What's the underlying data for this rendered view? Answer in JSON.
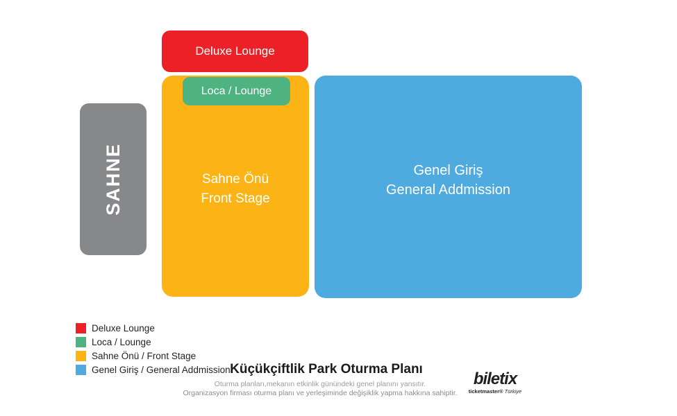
{
  "map": {
    "stage": {
      "label": "SAHNE",
      "color": "#87888A"
    },
    "areas": [
      {
        "label": "Deluxe Lounge",
        "color": "#EC2027"
      },
      {
        "label": "Loca / Lounge",
        "color": "#4FB281"
      },
      {
        "label_line1": "Sahne Önü",
        "label_line2": "Front Stage",
        "color": "#FCB316"
      },
      {
        "label_line1": "Genel Giriş",
        "label_line2": "General Addmission",
        "color": "#4EAADF"
      }
    ]
  },
  "legend": {
    "items": [
      {
        "label": "Deluxe Lounge",
        "color": "#EC2027"
      },
      {
        "label": "Loca / Lounge",
        "color": "#4FB281"
      },
      {
        "label": "Sahne Önü / Front Stage",
        "color": "#FCB316"
      },
      {
        "label": "Genel Giriş / General Addmission",
        "color": "#4EAADF"
      }
    ]
  },
  "footer": {
    "title": "Küçükçiftlik Park Oturma Planı",
    "disclaimer_line1": "Oturma planları,mekanın etkinlik günündeki genel planını yansıtır.",
    "disclaimer_line2": "Organizasyon firması oturma planı ve yerleşiminde değişiklik yapma hakkına sahiptir.",
    "brand": {
      "name": "biletix",
      "tagline_bold": "ticketmaster®",
      "tagline_italic": "Türkiye"
    }
  }
}
